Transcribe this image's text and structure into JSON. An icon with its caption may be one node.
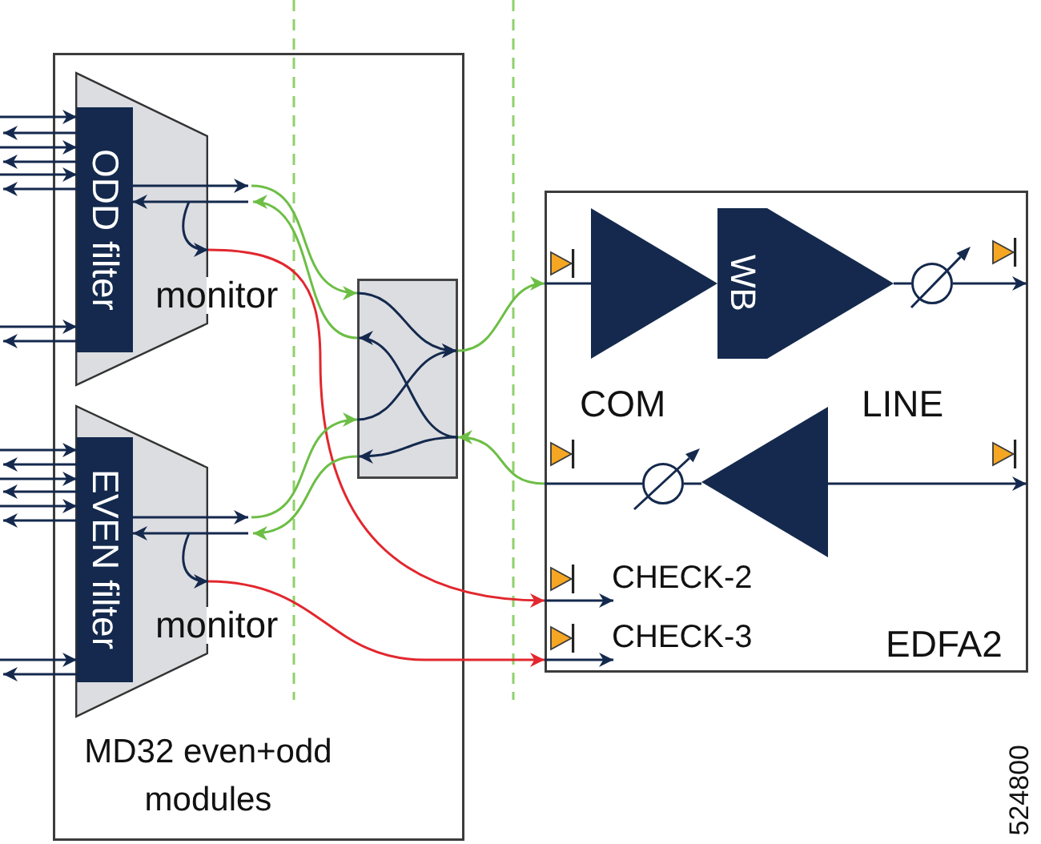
{
  "diagram": {
    "nodes": [
      {
        "text": [
          "MD32 even+odd modules"
        ]
      },
      {
        "text": [],
        "shape": "trapezoid",
        "in": 0,
        "beside": [
          "monitor"
        ]
      },
      {
        "text": [
          "ODD filter"
        ],
        "in": 1
      },
      {
        "text": [],
        "shape": "trapezoid",
        "in": 0,
        "beside": [
          "monitor"
        ]
      },
      {
        "text": [
          "EVEN filter"
        ],
        "in": 3
      },
      {
        "text": [],
        "shape": "box",
        "in": 0
      },
      {
        "text": [
          "EDFA2"
        ]
      },
      {
        "text": [],
        "shape": "triangle",
        "in": 6
      },
      {
        "text": [
          "WB"
        ],
        "in": 6
      },
      {
        "text": [],
        "shape": "triangle",
        "in": 6
      },
      {
        "text": [],
        "shape": "circle",
        "in": 6
      },
      {
        "text": [],
        "shape": "triangle",
        "in": 6
      },
      {
        "text": [],
        "shape": "circle",
        "in": 6
      },
      {
        "text": [
          "CHECK-2"
        ],
        "in": 6
      },
      {
        "text": [
          "CHECK-3"
        ],
        "in": 6
      }
    ],
    "edges": [
      {
        "from": null,
        "to": 2,
        "arrow": "to"
      },
      {
        "from": 2,
        "to": null,
        "arrow": "to"
      },
      {
        "from": null,
        "to": 2,
        "arrow": "to"
      },
      {
        "from": 2,
        "to": null,
        "arrow": "to"
      },
      {
        "from": null,
        "to": 2,
        "arrow": "to"
      },
      {
        "from": 2,
        "to": null,
        "arrow": "to"
      },
      {
        "from": null,
        "to": 2,
        "arrow": "to"
      },
      {
        "from": 2,
        "to": null,
        "arrow": "to"
      },
      {
        "from": null,
        "to": 4,
        "arrow": "to"
      },
      {
        "from": 4,
        "to": null,
        "arrow": "to"
      },
      {
        "from": null,
        "to": 4,
        "arrow": "to"
      },
      {
        "from": 4,
        "to": null,
        "arrow": "to"
      },
      {
        "from": null,
        "to": 4,
        "arrow": "to"
      },
      {
        "from": 4,
        "to": null,
        "arrow": "to"
      },
      {
        "from": null,
        "to": 4,
        "arrow": "to"
      },
      {
        "from": 4,
        "to": null,
        "arrow": "to"
      },
      {
        "from": 2,
        "to": null,
        "arrow": "to"
      },
      {
        "from": null,
        "to": 5,
        "arrow": "to",
        "color": "#6dbe45"
      },
      {
        "from": 5,
        "to": null,
        "arrow": "to",
        "color": "#6dbe45"
      },
      {
        "from": null,
        "to": 2,
        "arrow": "to"
      },
      {
        "from": null,
        "to": 1,
        "arrow": "to"
      },
      {
        "from": 1,
        "to": 6,
        "arrow": "to",
        "color": "#e2272e"
      },
      {
        "from": 4,
        "to": null,
        "arrow": "to"
      },
      {
        "from": null,
        "to": 5,
        "arrow": "to",
        "color": "#6dbe45"
      },
      {
        "from": 5,
        "to": null,
        "arrow": "to",
        "color": "#6dbe45"
      },
      {
        "from": null,
        "to": 4,
        "arrow": "to"
      },
      {
        "from": null,
        "to": 3,
        "arrow": "to"
      },
      {
        "from": 3,
        "to": 6,
        "arrow": "to",
        "color": "#e2272e"
      },
      {
        "from": 5,
        "to": 6,
        "arrow": "to",
        "color": "#6dbe45"
      },
      {
        "from": 6,
        "to": 5,
        "arrow": "to",
        "color": "#6dbe45"
      },
      {
        "from": 6,
        "to": 7,
        "arrow": "none"
      },
      {
        "from": 9,
        "to": 10,
        "arrow": "none"
      },
      {
        "from": 10,
        "to": 6,
        "arrow": "to"
      },
      {
        "from": 11,
        "to": 6,
        "arrow": "to"
      },
      {
        "from": 11,
        "to": 12,
        "arrow": "none"
      },
      {
        "from": 12,
        "to": 6,
        "arrow": "none"
      },
      {
        "from": 6,
        "to": 13,
        "arrow": "to"
      },
      {
        "from": 6,
        "to": 14,
        "arrow": "to"
      }
    ],
    "labels": [
      "COM",
      "LINE",
      "524800"
    ]
  }
}
